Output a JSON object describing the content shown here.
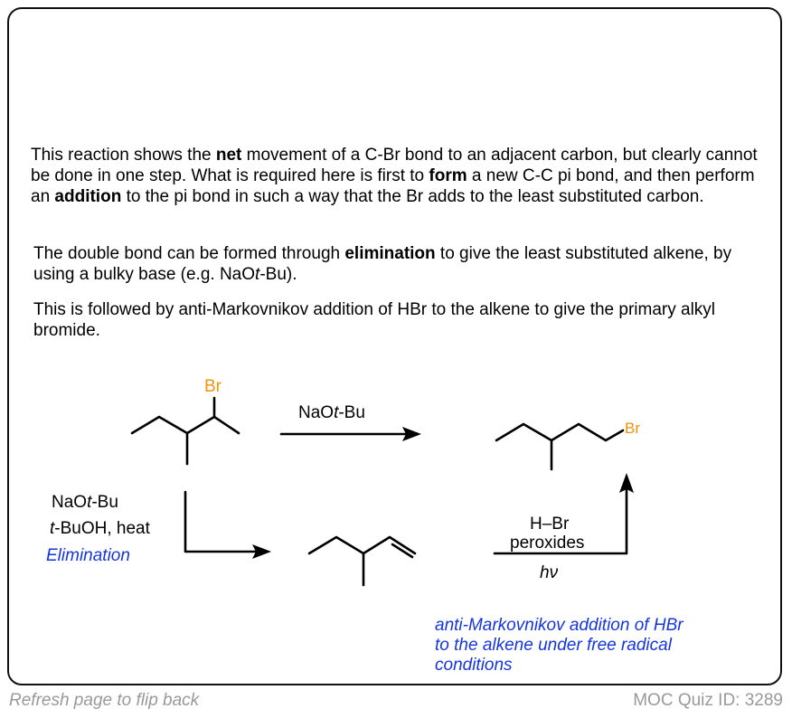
{
  "paragraphs": {
    "p1": {
      "a": "This reaction shows the ",
      "b": "net",
      "c": " movement of a C-Br bond to an adjacent carbon,  but clearly cannot be done in one step. What is required here is first to ",
      "d": "form",
      "e": " a new C-C pi bond, and then perform an ",
      "f": "addition",
      "g": " to the pi bond in such a way that the Br adds to the least substituted carbon."
    },
    "p2": {
      "a": "The double bond can be formed through ",
      "b": "elimination",
      "c": " to give the least substituted alkene, by using a bulky base (e.g. NaO",
      "d": "t",
      "e": "-Bu)."
    },
    "p3": "This is followed by anti-Markovnikov addition of HBr to the alkene to give the primary alkyl bromide."
  },
  "scheme": {
    "br_label": "Br",
    "top_reagent": {
      "a": "NaO",
      "b": "t",
      "c": "-Bu"
    },
    "left_reagents": {
      "line1": {
        "a": "NaO",
        "b": "t",
        "c": "-Bu"
      },
      "line2": {
        "a": "t",
        "b": "-BuOH, heat"
      },
      "line3": "Elimination"
    },
    "right_reagents": {
      "line1": "H–Br",
      "line2": "peroxides",
      "line3": "hν"
    },
    "note": [
      "anti-Markovnikov addition of HBr",
      "to the alkene under free radical",
      "conditions"
    ]
  },
  "footer": {
    "left": "Refresh page to flip back",
    "right": "MOC Quiz ID: 3289"
  },
  "colors": {
    "bromine": "#f0920a",
    "annotation": "#1535e0",
    "footer": "#999999"
  }
}
